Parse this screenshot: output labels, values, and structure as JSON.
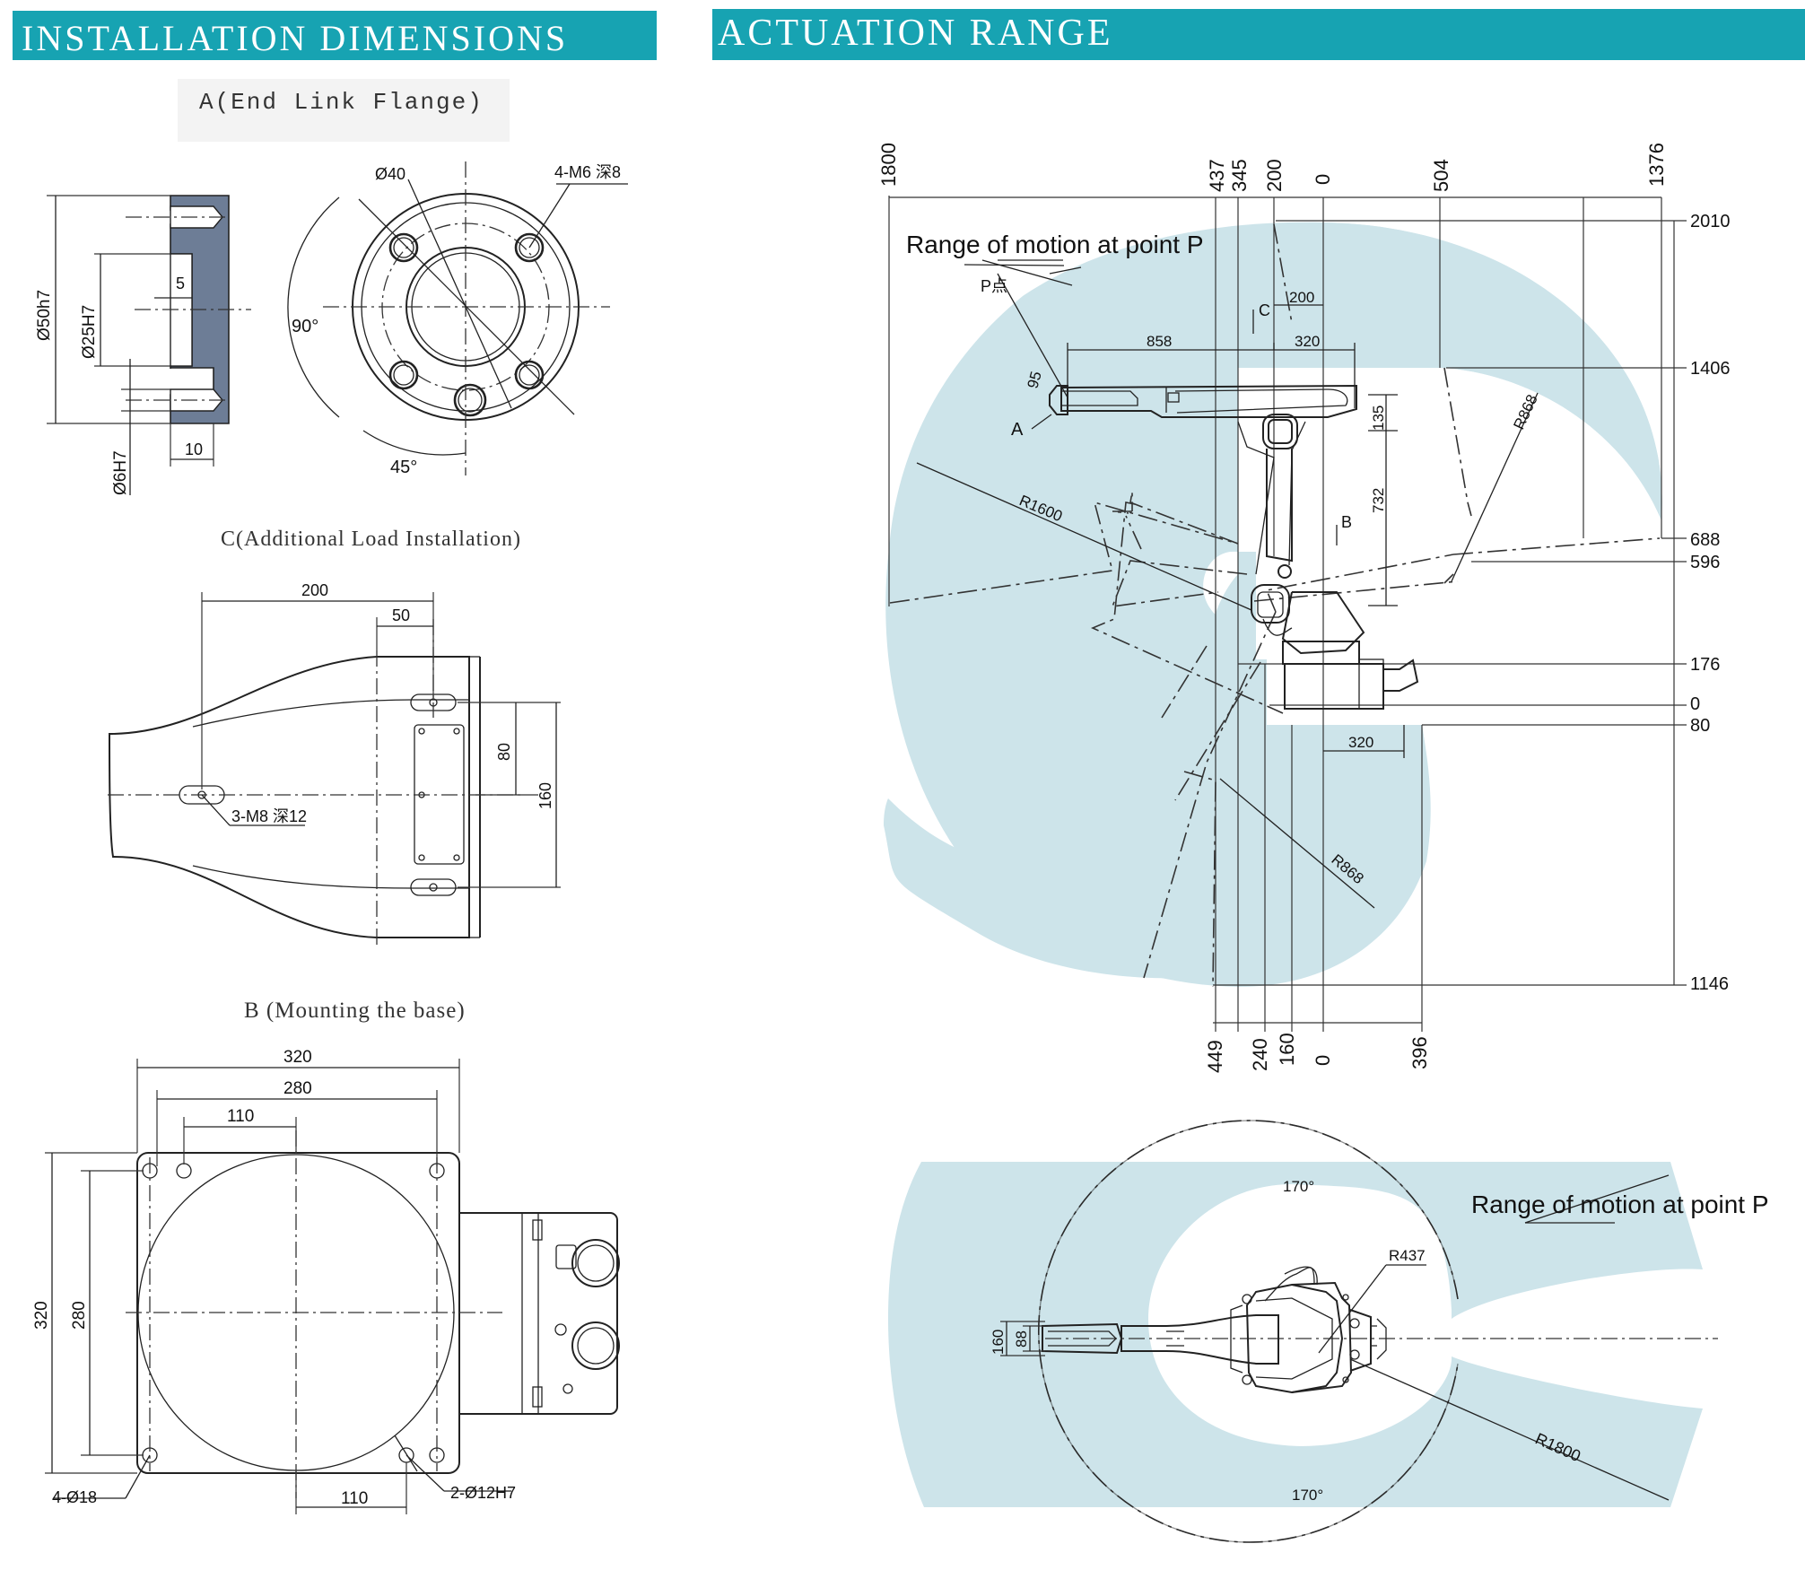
{
  "banners": {
    "left": "INSTALLATION DIMENSIONS",
    "right": "ACTUATION RANGE"
  },
  "captions": {
    "a": "A(End Link Flange)",
    "c": "C(Additional Load Installation)",
    "b": "B (Mounting the base)"
  },
  "colors": {
    "banner": "#17a3b2",
    "range_fill": "#cde4ea",
    "flange_section": "#6d7d96"
  },
  "flange_a": {
    "dia_outer": "Ø50h7",
    "dia_bore": "Ø25H7",
    "dia_pin": "Ø6H7",
    "depth_5": "5",
    "width_10": "10",
    "dia_40": "Ø40",
    "thread": "4-M6 深8",
    "angle_90": "90°",
    "angle_45": "45°"
  },
  "load_c": {
    "dim_200": "200",
    "dim_50": "50",
    "dim_80": "80",
    "dim_160": "160",
    "thread": "3-M8 深12"
  },
  "base_b": {
    "dim_320_top": "320",
    "dim_280_top": "280",
    "dim_110_top": "110",
    "dim_320_left": "320",
    "dim_280_left": "280",
    "dim_110_bottom": "110",
    "holes": "4-Ø18",
    "pins": "2-Ø12H7"
  },
  "side_view": {
    "range_label": "Range of motion at point P",
    "p_point": "P点",
    "label_a": "A",
    "label_b": "B",
    "label_c": "C",
    "top_ticks": [
      "1800",
      "437",
      "345",
      "200",
      "0",
      "504",
      "1376"
    ],
    "right_ticks": [
      "2010",
      "1406",
      "688",
      "596",
      "176",
      "0",
      "80",
      "1146"
    ],
    "bottom_ticks": [
      "449",
      "240",
      "160",
      "0",
      "396"
    ],
    "dims": {
      "d858": "858",
      "d320_arm": "320",
      "d200": "200",
      "d95": "95",
      "d135": "135",
      "d732": "732",
      "d320_base": "320",
      "r1600": "R1600",
      "r868_top": "R868",
      "r868_bottom": "R868"
    }
  },
  "top_view": {
    "range_label": "Range of motion at point P",
    "angle_top": "170°",
    "angle_bottom": "170°",
    "r437": "R437",
    "r1800": "R1800",
    "d160": "160",
    "d88": "88"
  }
}
